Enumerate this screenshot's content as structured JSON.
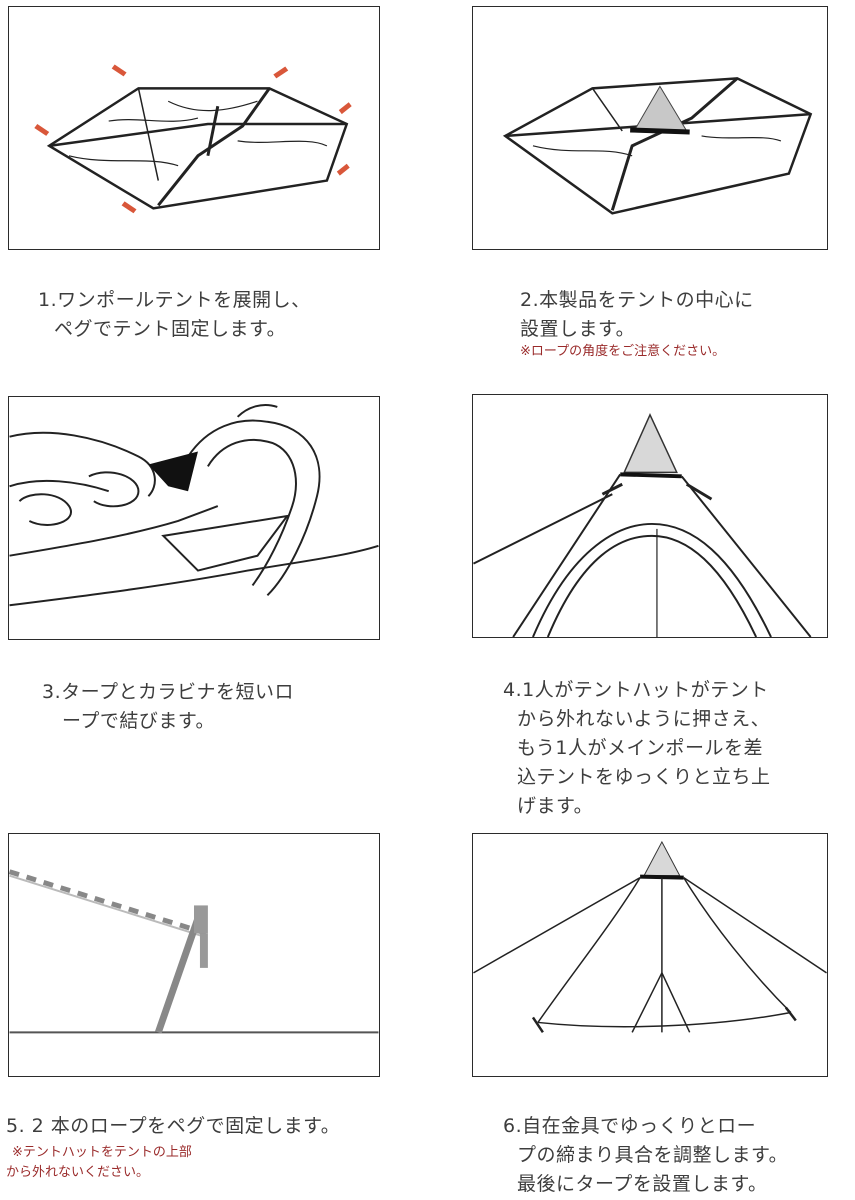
{
  "steps": [
    {
      "lines": [
        "1.ワンポールテントを展開し、",
        "ペグでテント固定します。"
      ]
    },
    {
      "lines": [
        "2.本製品をテントの中心に",
        "設置します。"
      ],
      "note": "※ロープの角度をご注意ください。"
    },
    {
      "lines": [
        "3.タープとカラビナを短いロ",
        "ープで結びます。"
      ]
    },
    {
      "lines": [
        "4.1人がテントハットがテント",
        "から外れないように押さえ、",
        "もう1人がメインポールを差",
        "込テントをゆっくりと立ち上",
        "げます。"
      ]
    },
    {
      "lines": [
        "5. 2 本のロープをペグで固定します。"
      ],
      "note_lines": [
        "※テントハットをテントの上部",
        "から外れないください。"
      ]
    },
    {
      "lines": [
        "6.自在金具でゆっくりとロー",
        "プの締まり具合を調整します。",
        "最後にタープを設置します。"
      ]
    }
  ],
  "colors": {
    "note": "#9a2b2b",
    "arrow": "#d9573a",
    "text": "#3d3d3d"
  }
}
